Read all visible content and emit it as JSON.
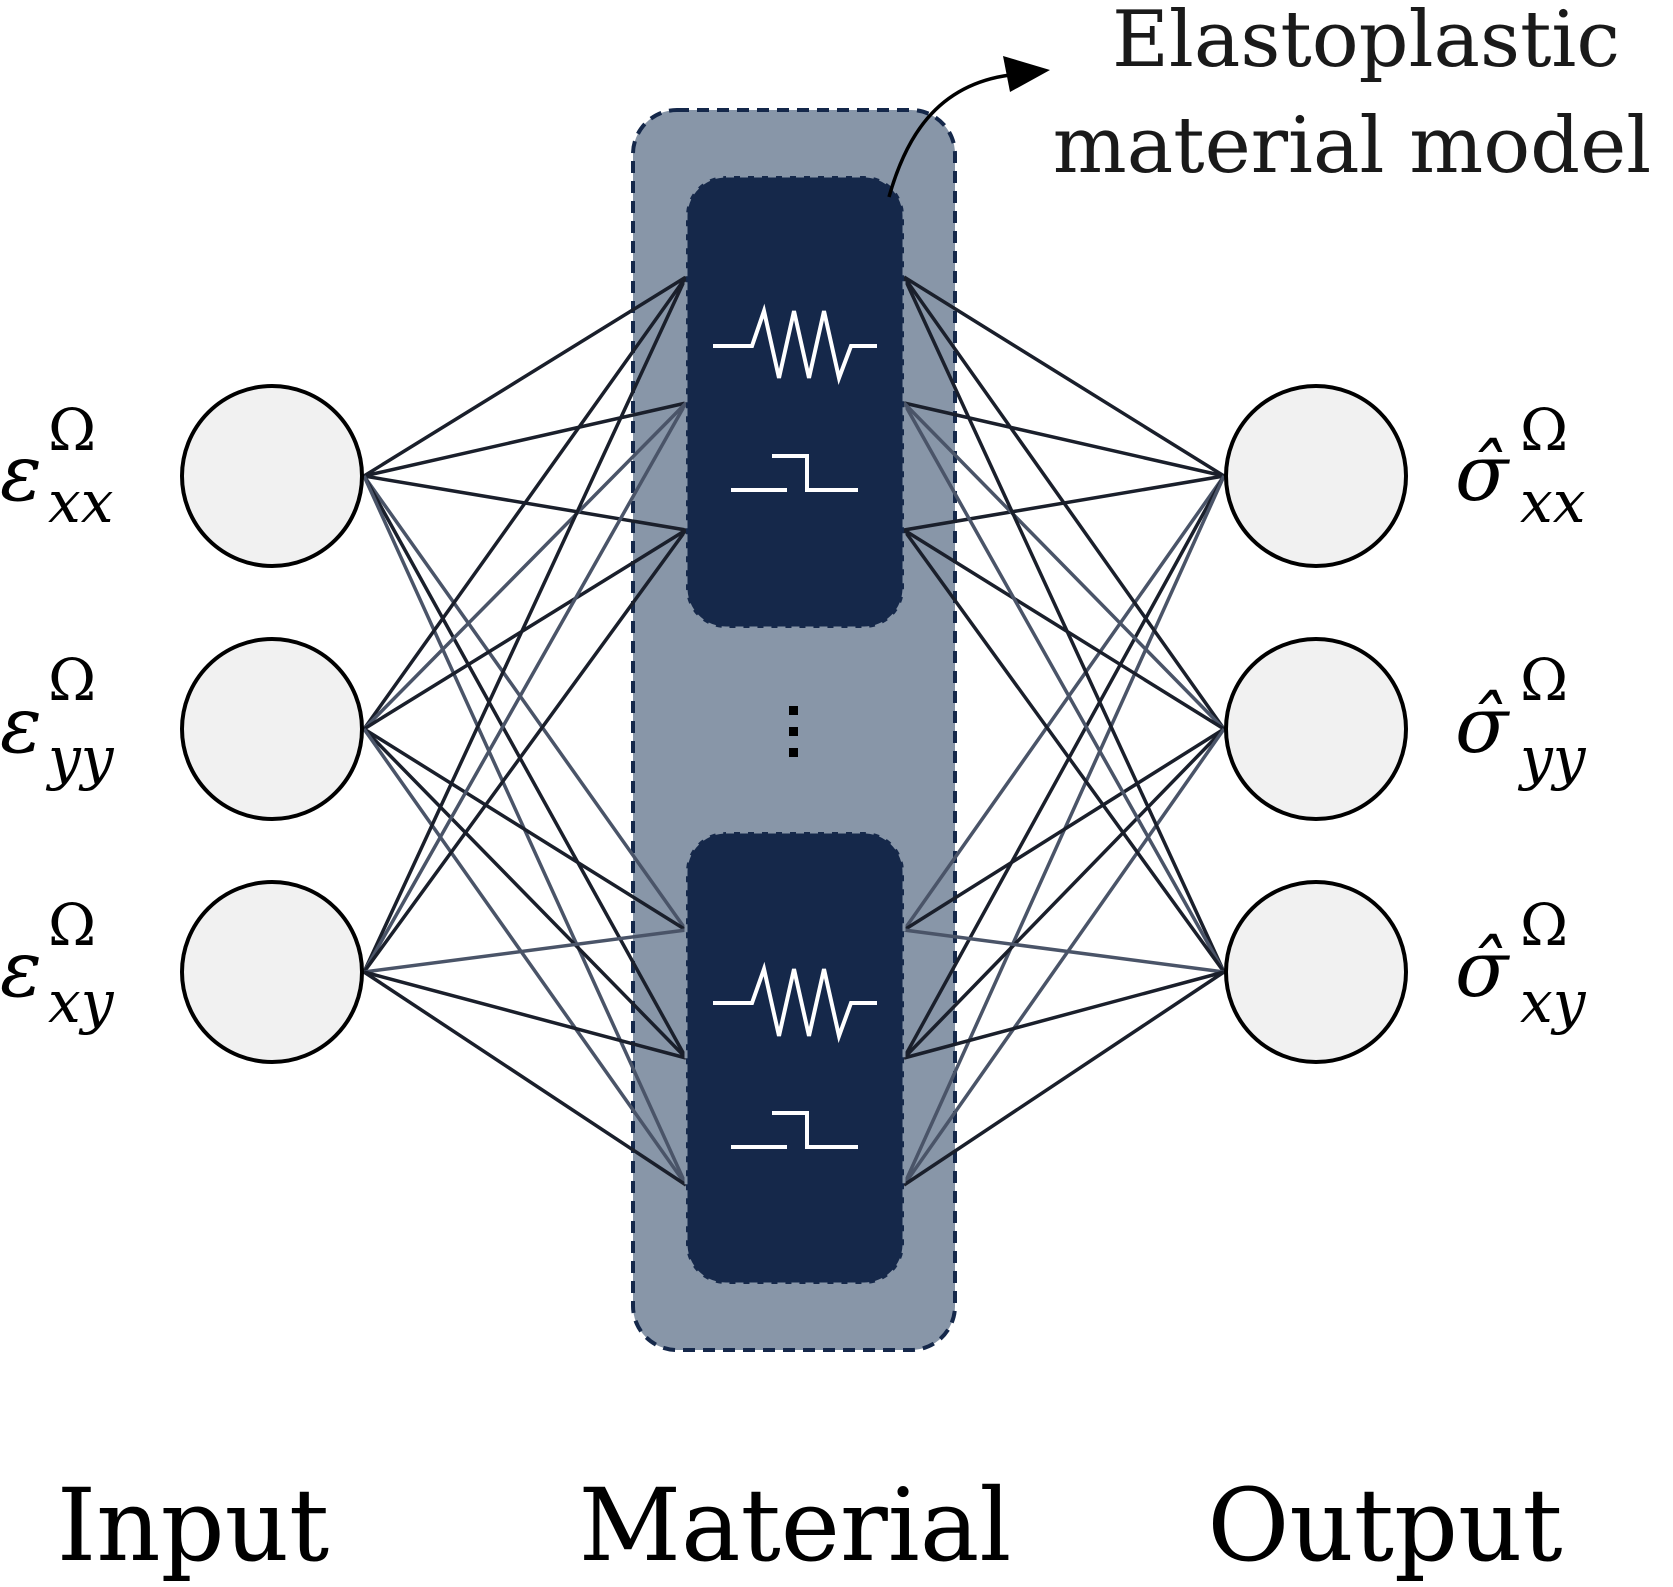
{
  "annotation": {
    "line1": "Elastoplastic",
    "line2": "material model"
  },
  "columns": {
    "input": "Input",
    "material": "Material",
    "output": "Output"
  },
  "inputs": [
    {
      "base": "ε",
      "sup": "Ω",
      "sub": "xx"
    },
    {
      "base": "ε",
      "sup": "Ω",
      "sub": "yy"
    },
    {
      "base": "ε",
      "sup": "Ω",
      "sub": "xy"
    }
  ],
  "outputs": [
    {
      "base": "σ̂",
      "sup": "Ω",
      "sub": "xx"
    },
    {
      "base": "σ̂",
      "sup": "Ω",
      "sub": "yy"
    },
    {
      "base": "σ̂",
      "sup": "Ω",
      "sub": "xy"
    }
  ],
  "material_units": [
    {
      "icons": [
        "spring-icon",
        "friction-slider-icon"
      ]
    },
    {
      "icons": [
        "spring-icon",
        "friction-slider-icon"
      ]
    }
  ],
  "ellipsis": "⋮",
  "colors": {
    "outer_box": "#8896a8",
    "inner_box": "#15284a",
    "dashes": "#15284a",
    "node_fill": "#f1f1f1",
    "node_stroke": "#000000",
    "edge_dark": "#1a1f2b",
    "edge_light": "#4a5468",
    "icon": "#ffffff"
  }
}
